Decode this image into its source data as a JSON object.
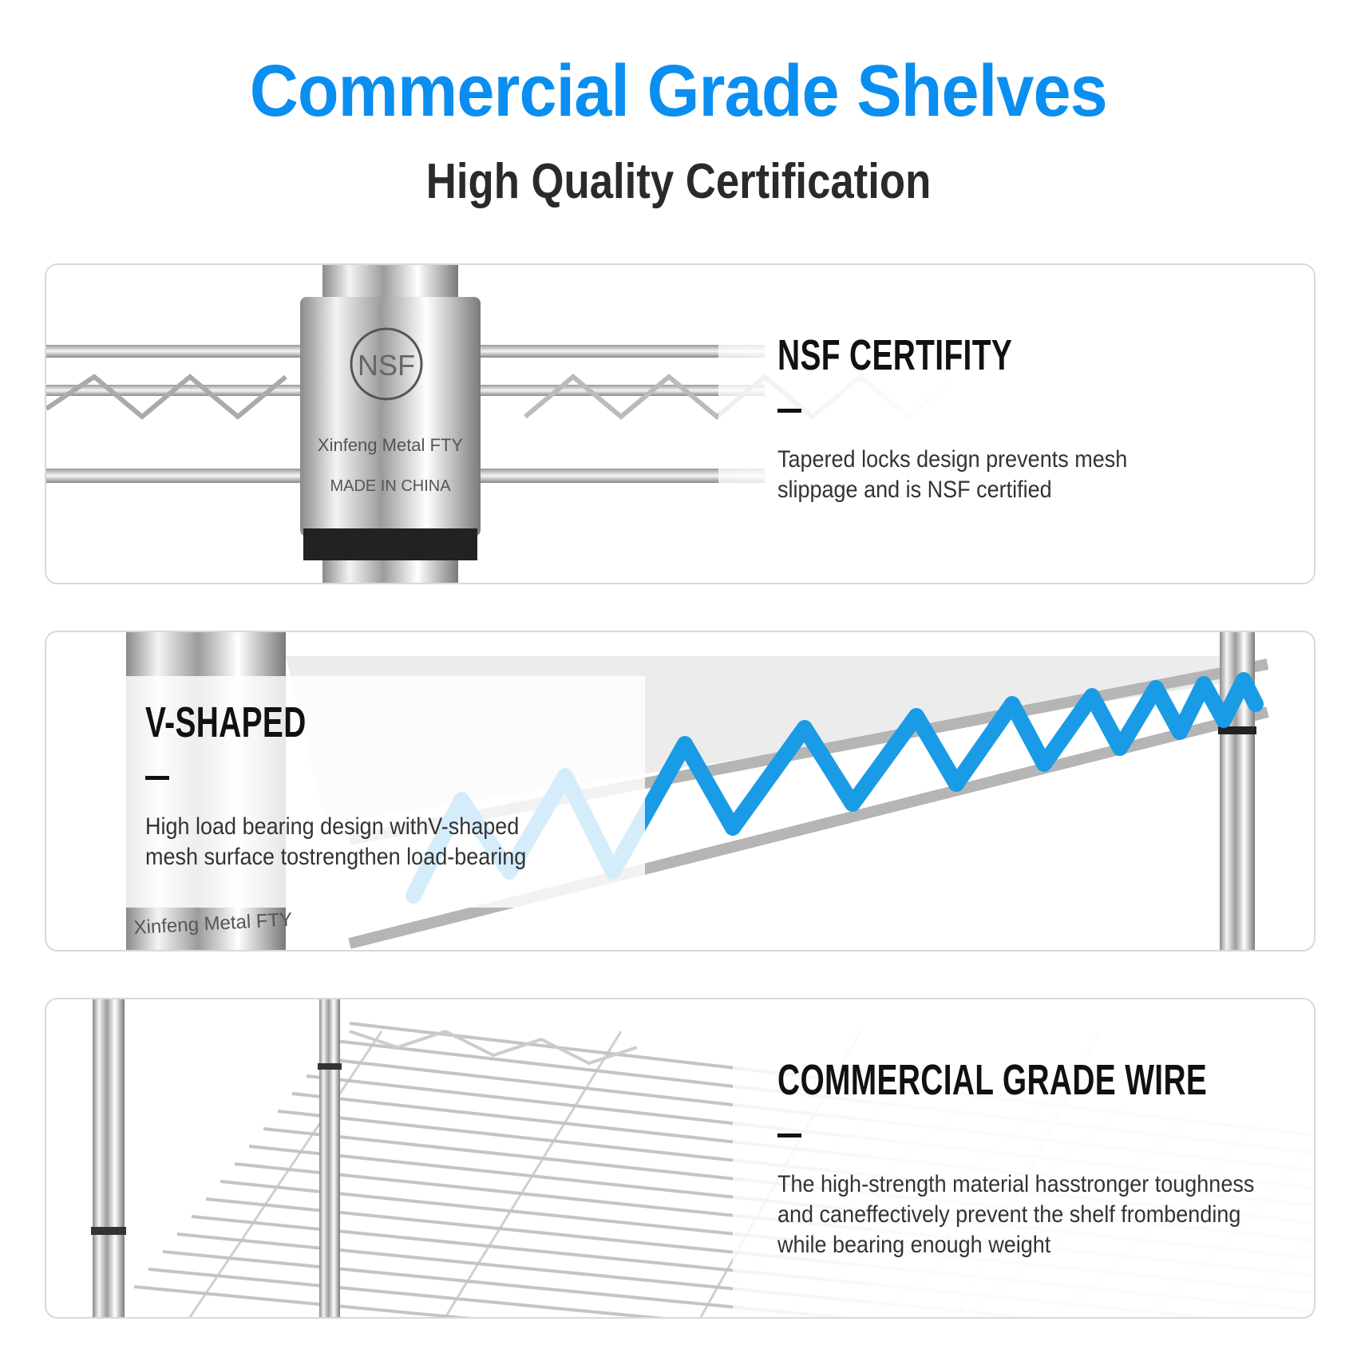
{
  "header": {
    "title": "Commercial Grade Shelves",
    "subtitle": "High Quality Certification"
  },
  "colors": {
    "accent": "#0a8ef0",
    "wave": "#1a9be6",
    "border": "#d9d9d9"
  },
  "panels": [
    {
      "heading": "NSF CERTIFITY",
      "body_lines": [
        "Tapered locks design prevents mesh",
        "slippage and is NSF certified"
      ],
      "post_marks": {
        "logo": "NSF",
        "maker": "Xinfeng Metal FTY",
        "origin": "MADE IN CHINA"
      }
    },
    {
      "heading": "V-SHAPED",
      "body_lines": [
        "High load bearing design withV-shaped",
        "mesh surface tostrengthen load-bearing"
      ],
      "post_marks": {
        "maker": "Xinfeng Metal FTY"
      }
    },
    {
      "heading": "COMMERCIAL GRADE WIRE",
      "body_lines": [
        "The high-strength material hasstronger toughness",
        "and caneffectively prevent the shelf frombending",
        "while bearing enough weight"
      ]
    }
  ]
}
